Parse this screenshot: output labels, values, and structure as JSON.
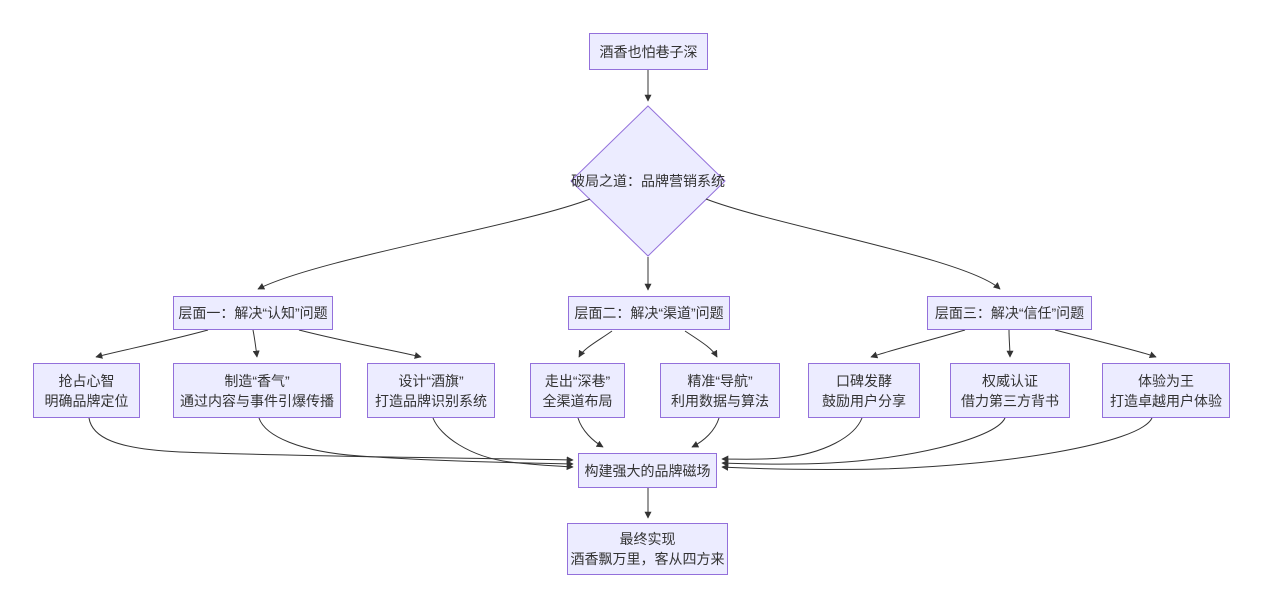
{
  "diagram": {
    "nodes": {
      "root": {
        "label": "酒香也怕巷子深"
      },
      "decision": {
        "label": "破局之道：品牌营销系统"
      },
      "layer1": {
        "label": "层面一：解决“认知”问题"
      },
      "layer2": {
        "label": "层面二：解决“渠道”问题"
      },
      "layer3": {
        "label": "层面三：解决“信任”问题"
      },
      "positioning": {
        "line1": "抢占心智",
        "line2": "明确品牌定位"
      },
      "aroma": {
        "line1": "制造“香气”",
        "line2": "通过内容与事件引爆传播"
      },
      "flag": {
        "line1": "设计“酒旗”",
        "line2": "打造品牌识别系统"
      },
      "alley": {
        "line1": "走出“深巷”",
        "line2": "全渠道布局"
      },
      "navigation": {
        "line1": "精准“导航”",
        "line2": "利用数据与算法"
      },
      "word_of_mouth": {
        "line1": "口碑发酵",
        "line2": "鼓励用户分享"
      },
      "authority": {
        "line1": "权威认证",
        "line2": "借力第三方背书"
      },
      "experience": {
        "line1": "体验为王",
        "line2": "打造卓越用户体验"
      },
      "magnet": {
        "label": "构建强大的品牌磁场"
      },
      "result": {
        "line1": "最终实现",
        "line2": "酒香飘万里，客从四方来"
      }
    },
    "colors": {
      "node_fill": "#ECECFF",
      "node_border": "#9370DB",
      "edge": "#333333",
      "text": "#333333",
      "background": "#FFFFFF"
    }
  }
}
